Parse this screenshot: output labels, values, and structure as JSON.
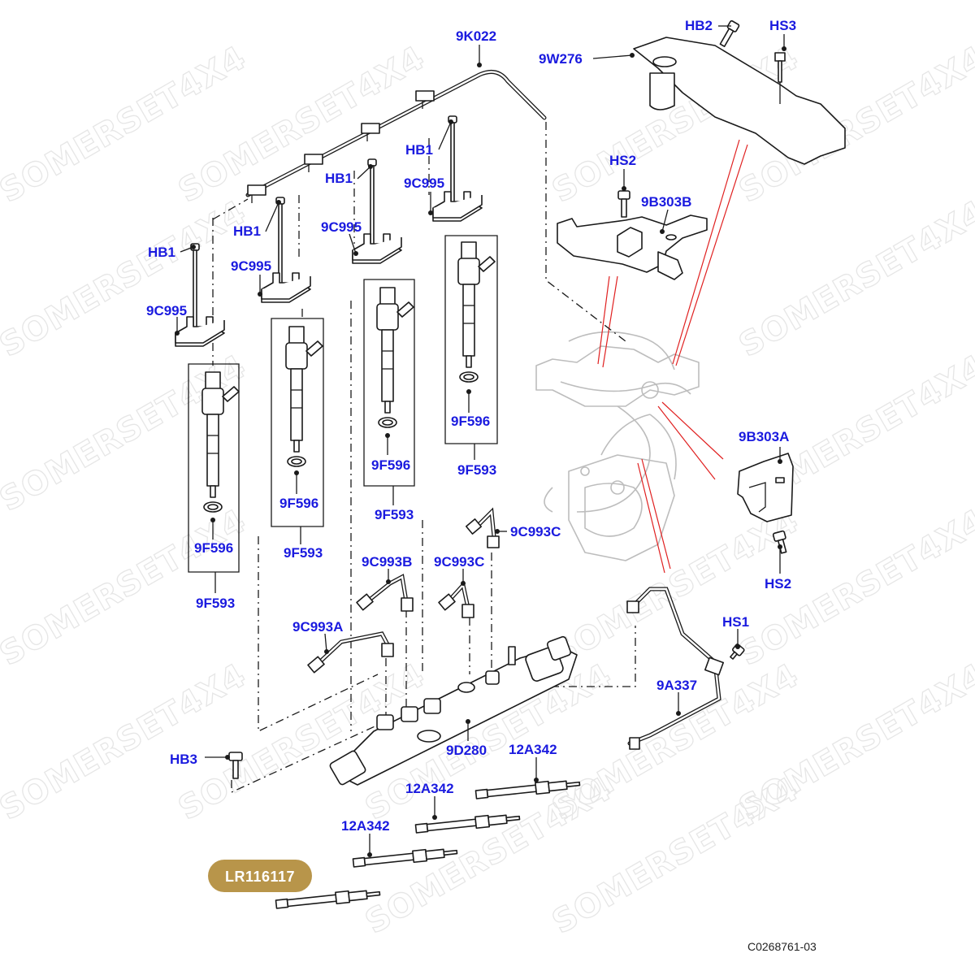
{
  "watermark": "SOMERSET4X4",
  "diagram_ref": "C0268761-03",
  "part_badge": "LR116117",
  "colors": {
    "label": "#1a1adf",
    "badge": "#b8954a",
    "leader_red": "#e02020",
    "line": "#1a1a1a"
  },
  "labels": {
    "9K022": "9K022",
    "9W276": "9W276",
    "HB2": "HB2",
    "HS3": "HS3",
    "HS2_top": "HS2",
    "9B303B": "9B303B",
    "HB1_1": "HB1",
    "HB1_2": "HB1",
    "HB1_3": "HB1",
    "HB1_4": "HB1",
    "9C995_1": "9C995",
    "9C995_2": "9C995",
    "9C995_3": "9C995",
    "9C995_4": "9C995",
    "9F596_1": "9F596",
    "9F596_2": "9F596",
    "9F596_3": "9F596",
    "9F596_4": "9F596",
    "9F593_1": "9F593",
    "9F593_2": "9F593",
    "9F593_3": "9F593",
    "9F593_4": "9F593",
    "9B303A": "9B303A",
    "HS2_bottom": "HS2",
    "9C993C_top": "9C993C",
    "9C993B": "9C993B",
    "9C993C": "9C993C",
    "9C993A": "9C993A",
    "HS1": "HS1",
    "9A337": "9A337",
    "9D280": "9D280",
    "HB3": "HB3",
    "12A342_1": "12A342",
    "12A342_2": "12A342",
    "12A342_3": "12A342"
  }
}
